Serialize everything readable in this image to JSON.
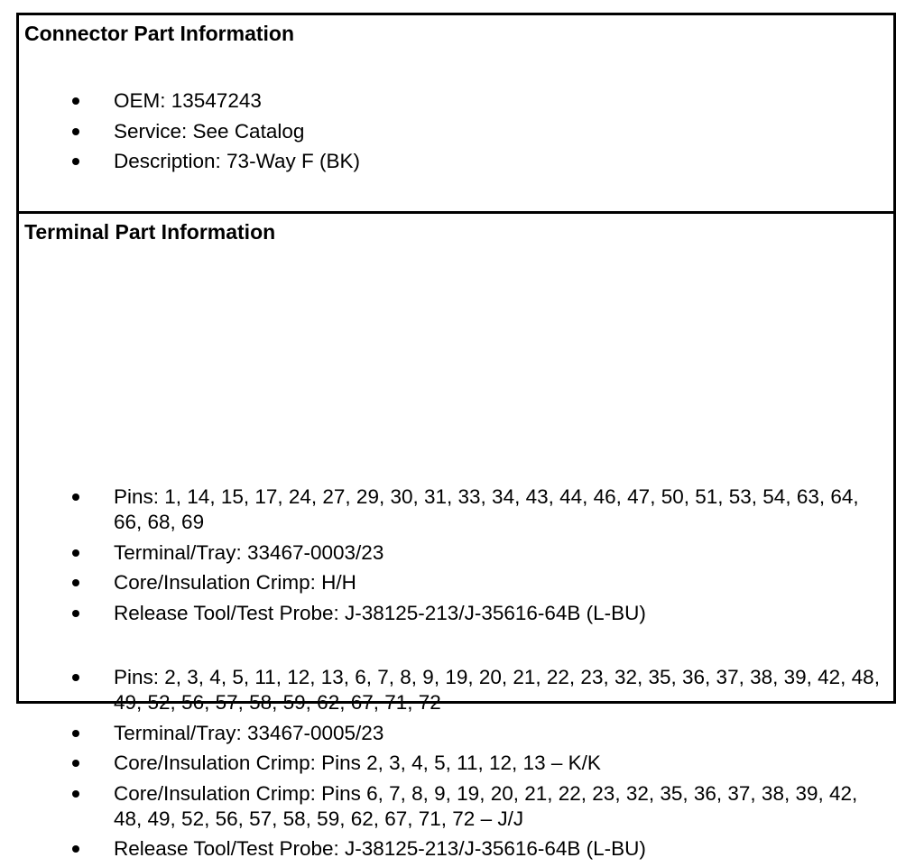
{
  "connector": {
    "heading": "Connector Part Information",
    "items": [
      "OEM: 13547243",
      "Service: See Catalog",
      "Description: 73-Way F (BK)"
    ]
  },
  "terminal": {
    "heading": "Terminal Part Information",
    "group1": [
      "Pins: 1, 14, 15, 17, 24, 27, 29, 30, 31, 33, 34, 43, 44, 46, 47, 50, 51, 53, 54, 63, 64, 66, 68, 69",
      "Terminal/Tray: 33467-0003/23",
      "Core/Insulation Crimp: H/H",
      "Release Tool/Test Probe: J-38125-213/J-35616-64B (L-BU)"
    ],
    "group2": [
      "Pins: 2, 3, 4, 5, 11, 12, 13, 6, 7, 8, 9, 19, 20, 21, 22, 23, 32, 35, 36, 37, 38, 39, 42, 48, 49, 52, 56, 57, 58, 59, 62, 67, 71, 72",
      "Terminal/Tray: 33467-0005/23",
      "Core/Insulation Crimp: Pins 2, 3, 4, 5, 11, 12, 13 – K/K",
      "Core/Insulation Crimp: Pins 6, 7, 8, 9, 19, 20, 21, 22, 23, 32, 35, 36, 37, 38, 39, 42, 48, 49, 52, 56, 57, 58, 59, 62, 67, 71, 72 – J/J",
      "Release Tool/Test Probe: J-38125-213/J-35616-64B (L-BU)"
    ]
  }
}
